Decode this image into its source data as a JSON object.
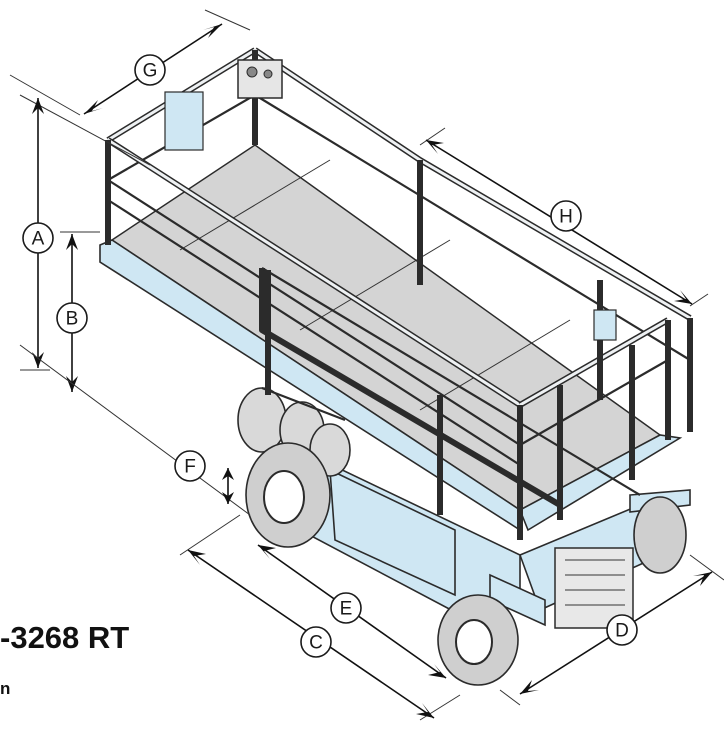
{
  "model": {
    "title": "-3268 RT",
    "subtitle": "n"
  },
  "dimension_labels": {
    "A": "A",
    "B": "B",
    "C": "C",
    "D": "D",
    "E": "E",
    "F": "F",
    "G": "G",
    "H": "H"
  },
  "colors": {
    "body": "#cfe7f3",
    "deck": "#d4d4d4",
    "rail": "#2b2b2b",
    "tire": "#cfcfcf"
  }
}
